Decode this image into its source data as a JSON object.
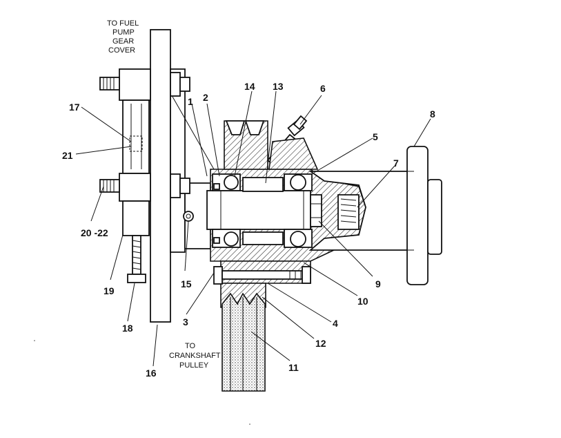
{
  "notes": {
    "fuel_pump_l1": "TO FUEL",
    "fuel_pump_l2": "PUMP",
    "fuel_pump_l3": "GEAR",
    "fuel_pump_l4": "COVER",
    "crankshaft_l1": "TO",
    "crankshaft_l2": "CRANKSHAFT",
    "crankshaft_l3": "PULLEY"
  },
  "callouts": {
    "c1": "1",
    "c2": "2",
    "c3": "3",
    "c4": "4",
    "c5": "5",
    "c6": "6",
    "c7": "7",
    "c8": "8",
    "c9": "9",
    "c10": "10",
    "c11": "11",
    "c12": "12",
    "c13": "13",
    "c14": "14",
    "c15": "15",
    "c16": "16",
    "c17": "17",
    "c18": "18",
    "c19": "19",
    "c20_22": "20 -22",
    "c21": "21"
  }
}
